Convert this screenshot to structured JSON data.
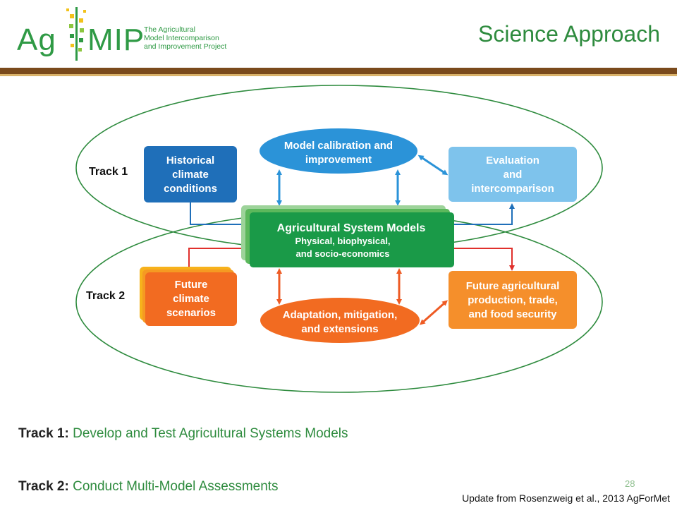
{
  "header": {
    "logo_ag": "Ag",
    "logo_mip": "MIP",
    "logo_subtitle": [
      "The Agricultural",
      "Model Intercomparison",
      "and Improvement Project"
    ],
    "title": "Science Approach"
  },
  "diagram": {
    "track1_label": "Track 1",
    "track2_label": "Track 2",
    "historical": [
      "Historical",
      "climate",
      "conditions"
    ],
    "calibration": [
      "Model calibration and",
      "improvement"
    ],
    "evaluation": [
      "Evaluation",
      "and",
      "intercomparison"
    ],
    "asm": [
      "Agricultural System Models",
      "Physical, biophysical,",
      "and socio-economics"
    ],
    "future_climate": [
      "Future",
      "climate",
      "scenarios"
    ],
    "adaptation": [
      "Adaptation, mitigation,",
      "and extensions"
    ],
    "future_ag": [
      "Future agricultural",
      "production, trade,",
      "and food security"
    ]
  },
  "tracks": {
    "track1_prefix": "Track 1:",
    "track1_text": " Develop and Test Agricultural Systems Models",
    "track2_prefix": "Track 2:",
    "track2_text": " Conduct Multi-Model Assessments"
  },
  "footer": {
    "slide_number": "28",
    "citation": "Update from  Rosenzweig et al., 2013 AgForMet"
  },
  "colors": {
    "green_title": "#2e8b3e",
    "dark_blue": "#1f6fb9",
    "mid_blue": "#2b93d8",
    "light_blue": "#7ec3ec",
    "green_box": "#1a9a48",
    "orange": "#f26b21",
    "orange_light": "#f58f2b",
    "red_line": "#e0302c"
  }
}
